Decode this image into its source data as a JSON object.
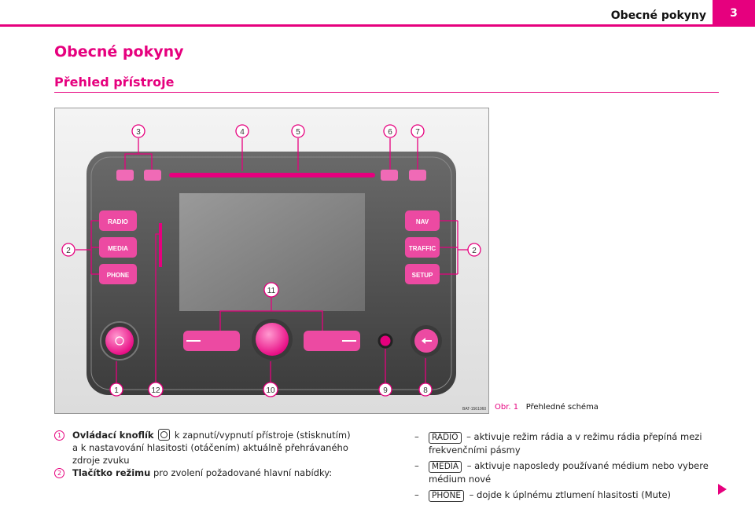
{
  "header": {
    "title": "Obecné pokyny",
    "page_number": "3"
  },
  "headings": {
    "h1": "Obecné pokyny",
    "h2": "Přehled přístroje"
  },
  "figure": {
    "buttons_left": [
      "RADIO",
      "MEDIA",
      "PHONE"
    ],
    "buttons_right": [
      "NAV",
      "TRAFFIC",
      "SETUP"
    ],
    "callouts": {
      "c3": "3",
      "c4": "4",
      "c5": "5",
      "c6": "6",
      "c7": "7",
      "c2l": "2",
      "c2r": "2",
      "c11": "11",
      "c1": "1",
      "c12": "12",
      "c10": "10",
      "c9": "9",
      "c8": "8"
    },
    "image_code": "BAT-1561060"
  },
  "caption": {
    "label": "Obr. 1",
    "text": "Přehledné schéma"
  },
  "left_items": [
    {
      "marker": "1",
      "bold": "Ovládací knoflík",
      "text": "k zapnutí/vypnutí přístroje (stisknutím) a k nastavování hlasitosti (otáčením) aktuálně přehrávaného zdroje zvuku"
    },
    {
      "marker": "2",
      "bold": "Tlačítko režimu",
      "text": "pro zvolení požadované hlavní nabídky:"
    }
  ],
  "right_items": [
    {
      "dash": "–",
      "key": "RADIO",
      "text": "– aktivuje režim rádia a v režimu rádia přepíná mezi frekvenčními pásmy"
    },
    {
      "dash": "–",
      "key": "MEDIA",
      "text": "– aktivuje naposledy používané médium nebo vybere médium nové"
    },
    {
      "dash": "–",
      "key": "PHONE",
      "text": "– dojde k úplnému ztlumení hlasitosti (Mute)"
    }
  ],
  "colors": {
    "accent": "#e6007e",
    "panel": "#555555",
    "screen": "#8a8a8a"
  }
}
